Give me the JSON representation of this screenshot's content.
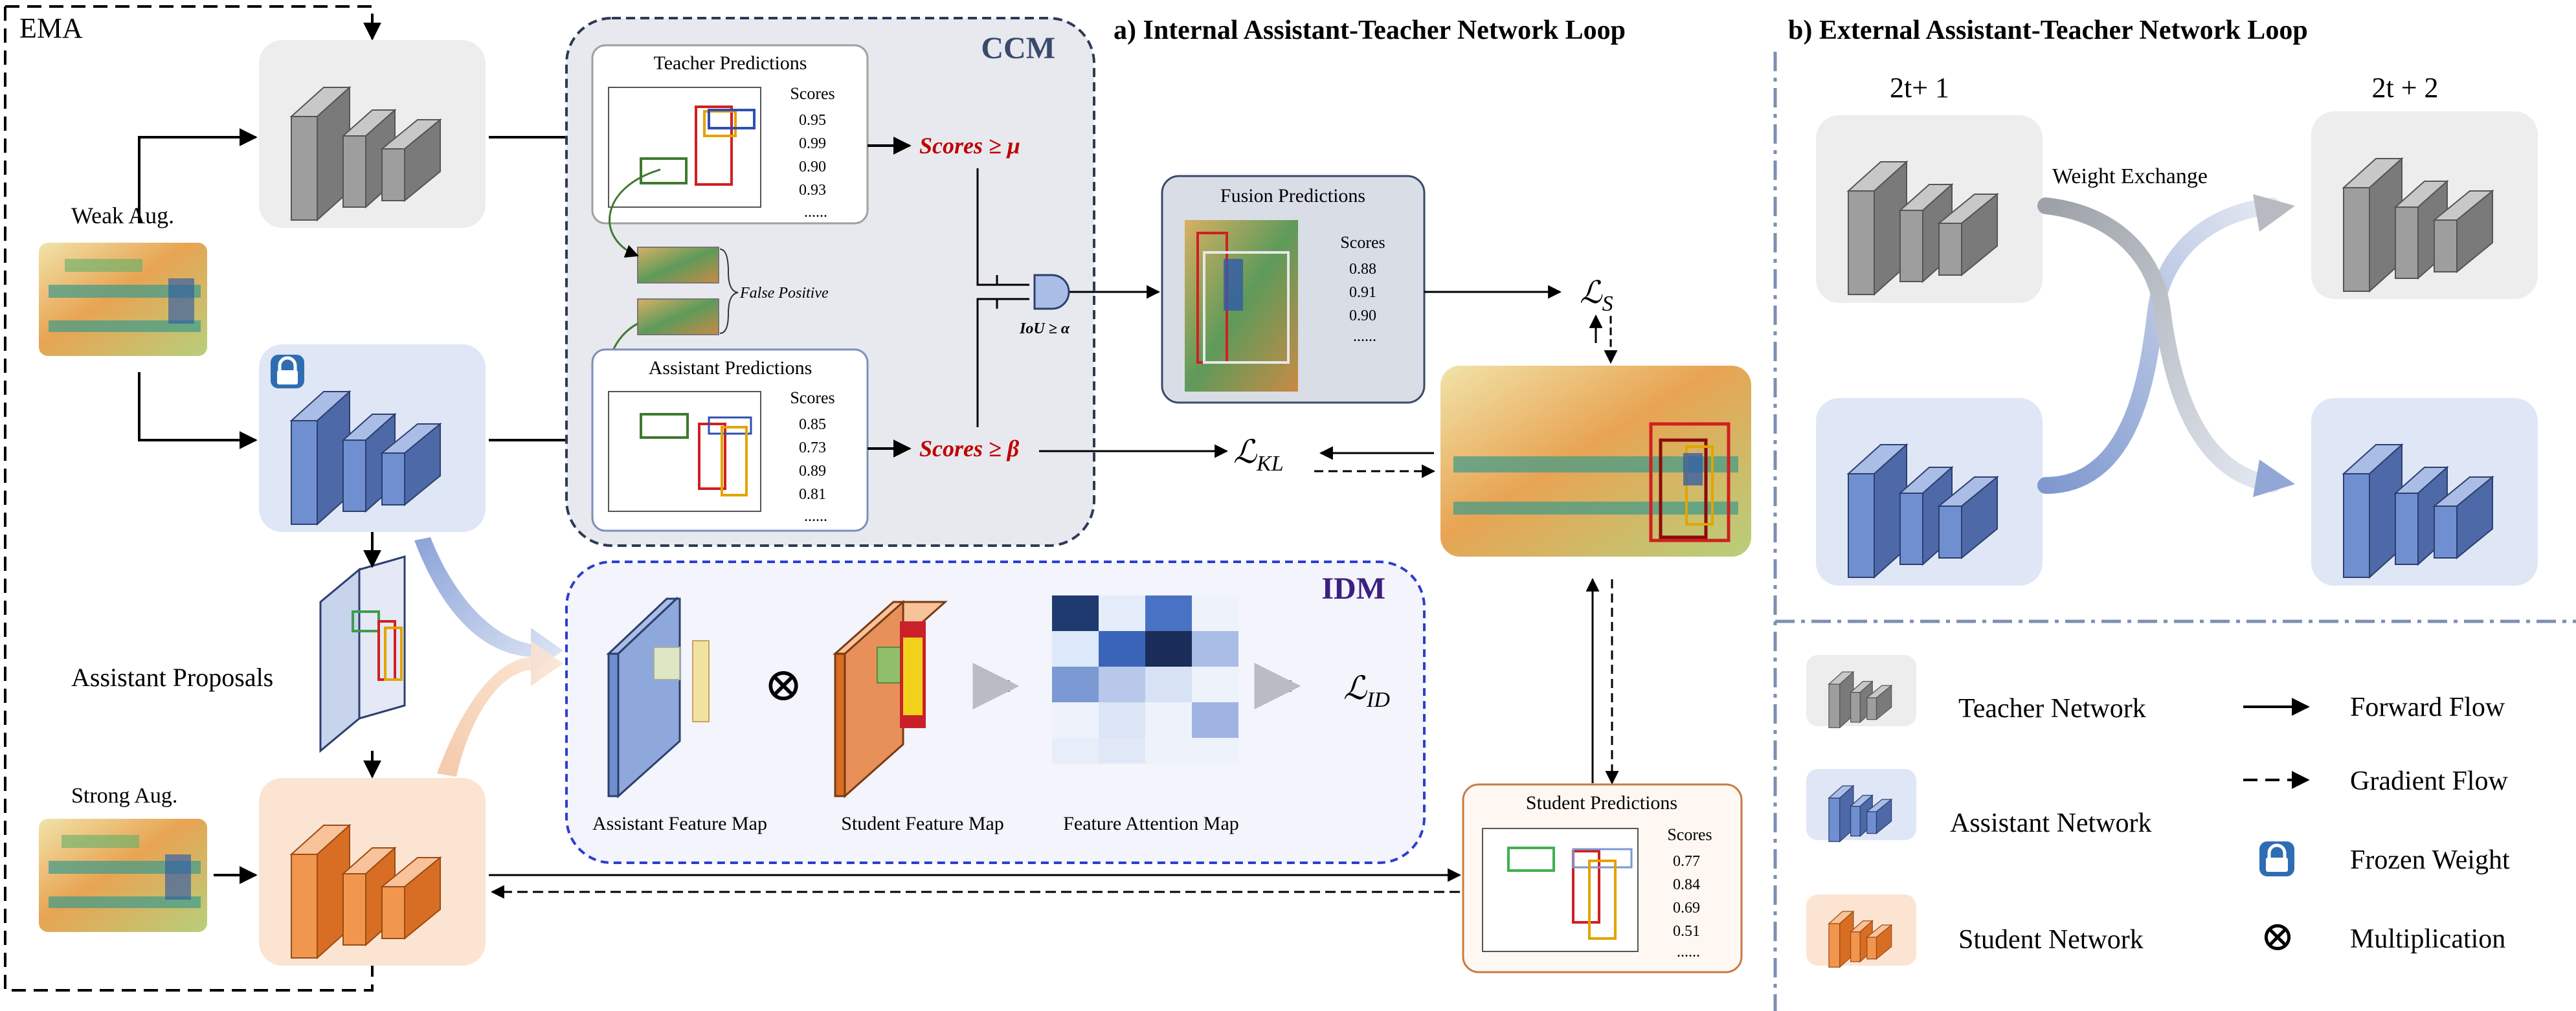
{
  "left_panel": {
    "ema_label": "EMA",
    "weak_aug_label": "Weak Aug.",
    "strong_aug_label": "Strong Aug.",
    "assistant_proposals_label": "Assistant  Proposals"
  },
  "ccm": {
    "title": "CCM",
    "teacher_predictions": {
      "title": "Teacher Predictions",
      "scores_label": "Scores",
      "scores": [
        "0.95",
        "0.99",
        "0.90",
        "0.93",
        "......"
      ]
    },
    "assistant_predictions": {
      "title": "Assistant Predictions",
      "scores_label": "Scores",
      "scores": [
        "0.85",
        "0.73",
        "0.89",
        "0.81",
        "......"
      ]
    },
    "false_positive_label": "False Positive",
    "teacher_threshold": "Scores ≥ μ",
    "assistant_threshold": "Scores ≥ β",
    "iou_label": "IoU ≥ α"
  },
  "fusion_predictions": {
    "title": "Fusion Predictions",
    "scores_label": "Scores",
    "scores": [
      "0.88",
      "0.91",
      "0.90",
      "......"
    ]
  },
  "losses": {
    "ls": "ℒ",
    "ls_sub": "S",
    "lkl": "ℒ",
    "lkl_sub": "KL",
    "lid": "ℒ",
    "lid_sub": "ID"
  },
  "idm": {
    "title": "IDM",
    "assistant_feature_map": "Assistant Feature Map",
    "student_feature_map": "Student Feature Map",
    "feature_attention_map": "Feature Attention Map",
    "multiply_symbol": "⊗"
  },
  "student_predictions": {
    "title": "Student Predictions",
    "scores_label": "Scores",
    "scores": [
      "0.77",
      "0.84",
      "0.69",
      "0.51",
      "......"
    ]
  },
  "section_a_title": "a) Internal Assistant-Teacher Network Loop",
  "section_b": {
    "title": "b) External Assistant-Teacher Network Loop",
    "step1": "2t+ 1",
    "step2": "2t + 2",
    "weight_exchange": "Weight Exchange"
  },
  "legend": {
    "teacher": "Teacher Network",
    "assistant": "Assistant Network",
    "student": "Student Network",
    "forward": "Forward Flow",
    "gradient": "Gradient Flow",
    "frozen": "Frozen Weight",
    "multiplication": "Multiplication",
    "multiply_symbol": "⊗"
  },
  "colors": {
    "teacher_gray": "#9a9a9a",
    "assistant_blue": "#5b7ec4",
    "student_orange": "#ee8a3c",
    "threshold_red": "#c00000",
    "ccm_title": "#3a4a6a",
    "idm_title": "#3b2080",
    "heat_dark": "#1f3a6e"
  }
}
